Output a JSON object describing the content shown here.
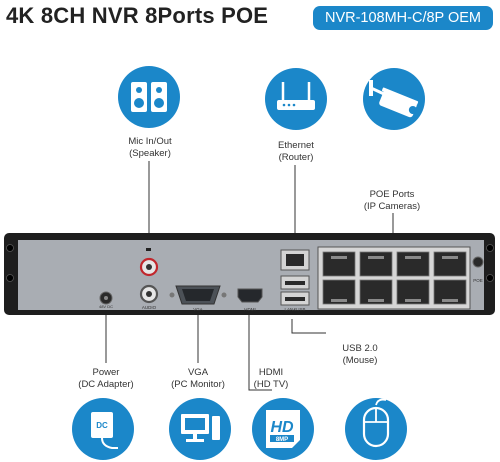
{
  "title": "4K 8CH NVR 8Ports POE",
  "model": "NVR-108MH-C/8P OEM",
  "colors": {
    "accent": "#1b87c9",
    "panel": "#a9adb3",
    "frame": "#1e1e1e",
    "line": "#333333"
  },
  "labels": {
    "mic": [
      "Mic In/Out",
      "(Speaker)"
    ],
    "ethernet": [
      "Ethernet",
      "(Router)"
    ],
    "poe": [
      "POE Ports",
      "(IP Cameras)"
    ],
    "usb": [
      "USB 2.0",
      "(Mouse)"
    ],
    "power": [
      "Power",
      "(DC Adapter)"
    ],
    "vga": [
      "VGA",
      "(PC Monitor)"
    ],
    "hdmi": [
      "HDMI",
      "(HD TV)"
    ]
  },
  "panel_text": {
    "power": "48V DC",
    "audio": "AUDIO",
    "vga": "VGA",
    "hdmi": "HDMI",
    "lanusb": "LAN&USB",
    "poe": "POE"
  },
  "icons": {
    "speaker": "speaker-icon",
    "router": "router-icon",
    "camera": "bullet-camera-icon",
    "adapter": "dc-adapter-icon",
    "monitor": "pc-monitor-icon",
    "hdmi": "hdmi-badge-icon",
    "mouse": "mouse-icon"
  },
  "hdmi_badge": {
    "line1": "HD",
    "line2": "8MP"
  },
  "adapter_text": "DC"
}
